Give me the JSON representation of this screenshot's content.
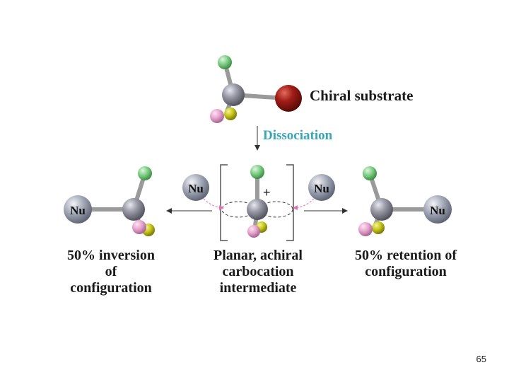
{
  "diagram": {
    "substrate_label": "Chiral substrate",
    "step_label": "Dissociation",
    "charge_symbol": "+",
    "nucleophile_label": "Nu",
    "captions": {
      "inversion": [
        "50% inversion",
        "of",
        "configuration"
      ],
      "planar": [
        "Planar, achiral",
        "carbocation",
        "intermediate"
      ],
      "retention": [
        "50% retention of",
        "configuration"
      ]
    },
    "colors": {
      "carbon": "#8e8e9c",
      "leaving_group": "#a11d17",
      "green_substituent": "#7fcf86",
      "pink_substituent": "#e7a5cf",
      "yellow_substituent": "#c9c81a",
      "nucleophile": "#a5aab8",
      "step_label": "#3aa6b8",
      "attack_arrow": "#e070b8"
    }
  },
  "slide_number": "65"
}
